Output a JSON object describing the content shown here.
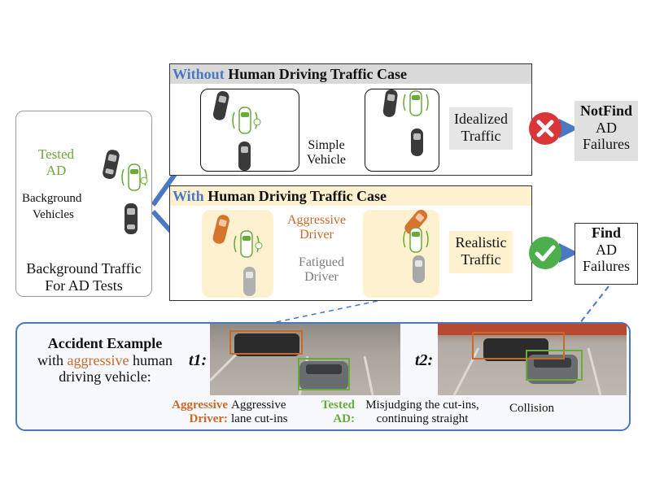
{
  "left_panel": {
    "tested_ad_line1": "Tested",
    "tested_ad_line2": "AD",
    "background_line1": "Background",
    "background_line2": "Vehicles",
    "caption_line1": "Background Traffic",
    "caption_line2": "For AD Tests"
  },
  "without_case": {
    "title_prefix": "Without",
    "title_rest": " Human Driving Traffic Case",
    "simple_line1": "Simple",
    "simple_line2": "Vehicle",
    "traffic_line1": "Idealized",
    "traffic_line2": "Traffic",
    "result_line1": "NotFind",
    "result_line2": "AD",
    "result_line3": "Failures"
  },
  "with_case": {
    "title_prefix": "With",
    "title_rest": " Human Driving Traffic Case",
    "aggressive_line1": "Aggressive",
    "aggressive_line2": "Driver",
    "fatigued_line1": "Fatigued",
    "fatigued_line2": "Driver",
    "traffic_line1": "Realistic",
    "traffic_line2": "Traffic",
    "result_line1": "Find",
    "result_line2": "AD",
    "result_line3": "Failures"
  },
  "accident": {
    "title": "Accident Example",
    "line2_prefix": "with ",
    "line2_highlight": "aggressive",
    "line2_suffix": " human",
    "line3": "driving vehicle:",
    "t1": "t1:",
    "t2": "t2:",
    "aggressive_label_line1": "Aggressive",
    "aggressive_label_line2": "Driver:",
    "aggressive_desc_line1": "Aggressive",
    "aggressive_desc_line2": "lane cut-ins",
    "tested_label_line1": "Tested",
    "tested_label_line2": "AD:",
    "tested_desc_line1": "Misjudging the cut-ins,",
    "tested_desc_line2": "continuing straight",
    "collision": "Collision"
  },
  "colors": {
    "blue": "#4a78c2",
    "green": "#6aaa3a",
    "orange": "#c8692a",
    "highlight": "#fdf1cf",
    "gray_bar": "#d9d9d9"
  }
}
